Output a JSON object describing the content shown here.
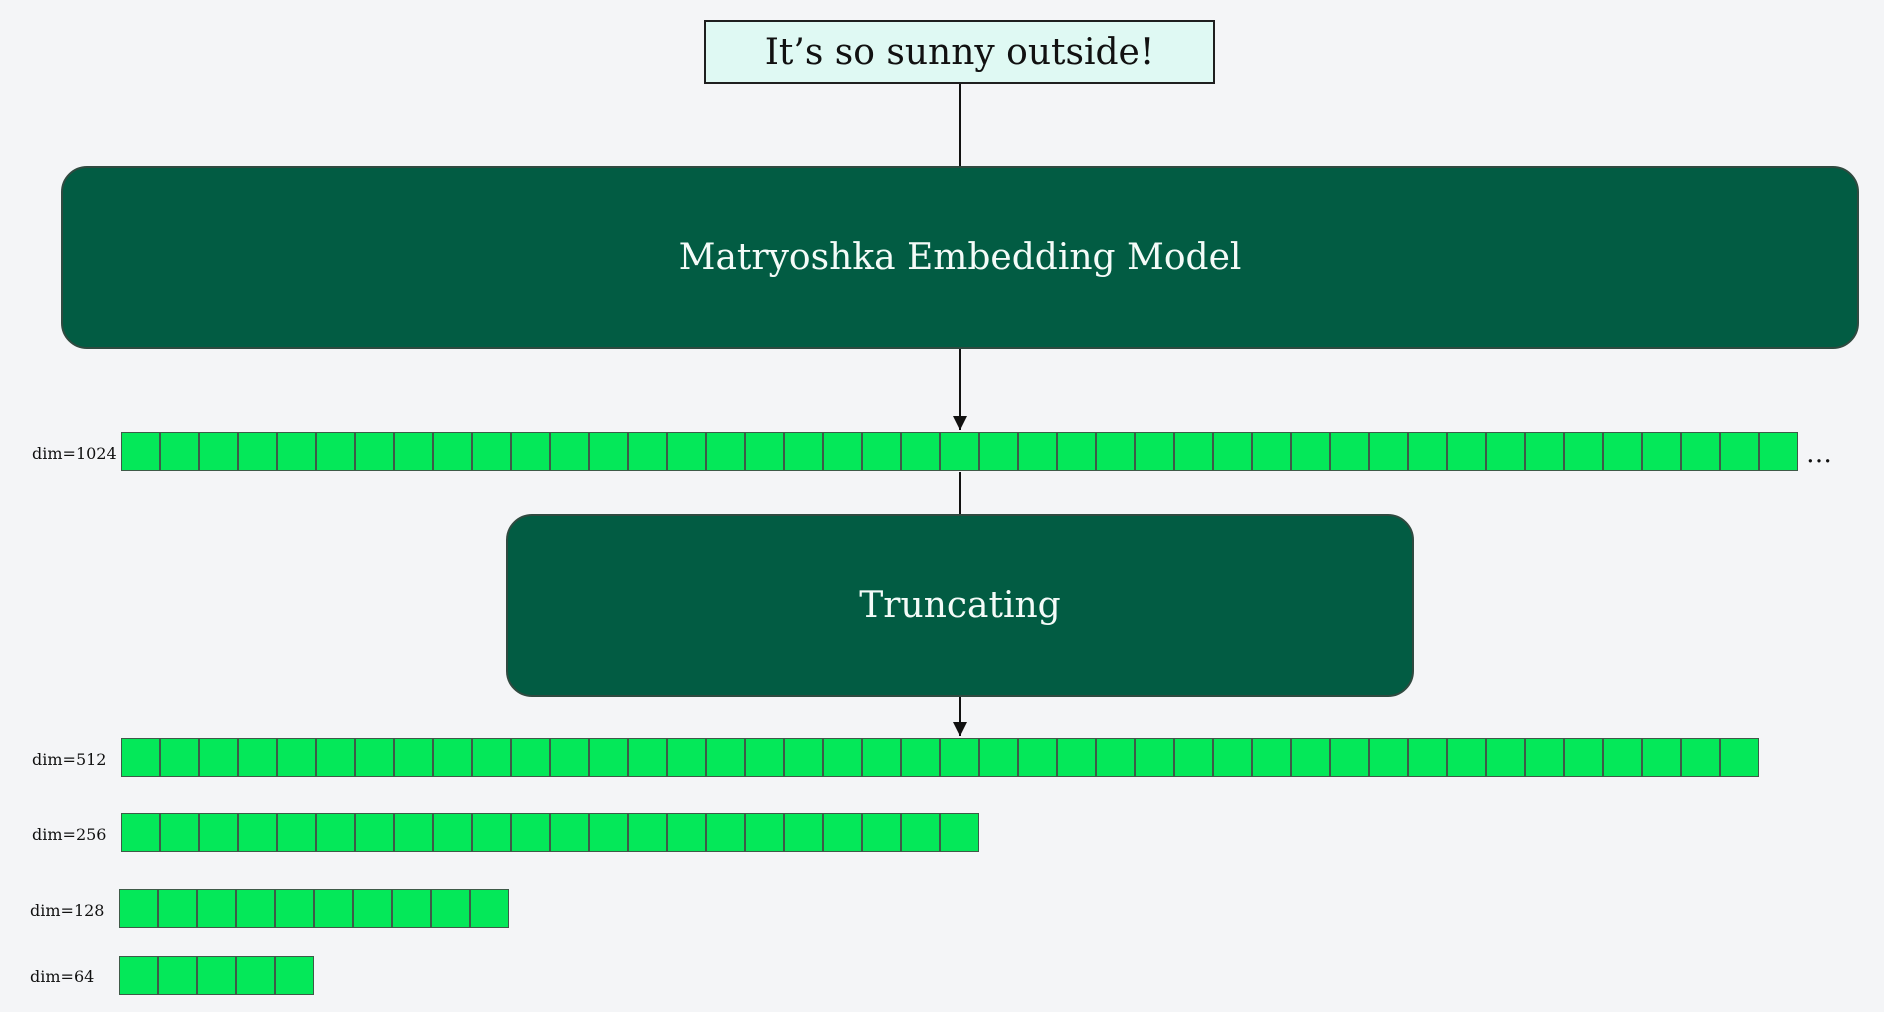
{
  "input_text": "It’s so sunny outside!",
  "model_label": "Matryoshka Embedding Model",
  "truncating_label": "Truncating",
  "ellipsis": "…",
  "embeddings": [
    {
      "label": "dim=1024",
      "cells": 43
    },
    {
      "label": "dim=512",
      "cells": 42
    },
    {
      "label": "dim=256",
      "cells": 22
    },
    {
      "label": "dim=128",
      "cells": 10
    },
    {
      "label": "dim=64",
      "cells": 5
    }
  ],
  "colors": {
    "background": "#f4f5f7",
    "input_box": "#dff9f3",
    "model_box": "#025c43",
    "cell": "#04e859",
    "arrow": "#111111"
  }
}
